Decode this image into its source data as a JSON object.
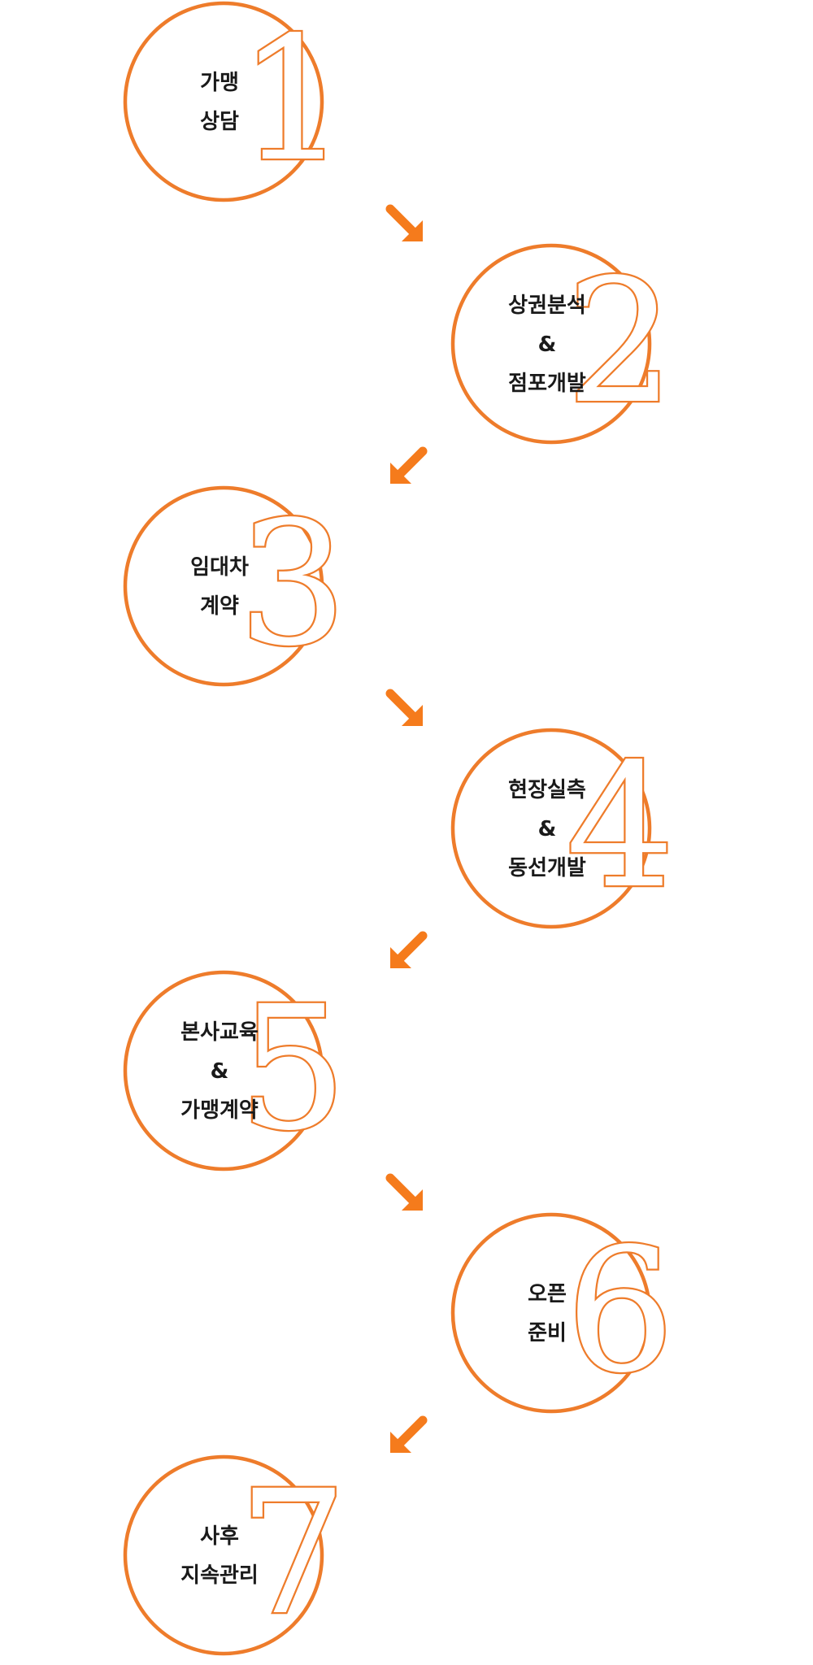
{
  "accent_color": "#ee7c2b",
  "arrow_color": "#f57b1c",
  "steps": [
    {
      "number": "1",
      "lines": [
        "가맹",
        "상담"
      ],
      "side": "left"
    },
    {
      "number": "2",
      "lines": [
        "상권분석",
        "&",
        "점포개발"
      ],
      "side": "right"
    },
    {
      "number": "3",
      "lines": [
        "임대차",
        "계약"
      ],
      "side": "left"
    },
    {
      "number": "4",
      "lines": [
        "현장실측",
        "&",
        "동선개발"
      ],
      "side": "right"
    },
    {
      "number": "5",
      "lines": [
        "본사교육",
        "&",
        "가맹계약"
      ],
      "side": "left"
    },
    {
      "number": "6",
      "lines": [
        "오픈",
        "준비"
      ],
      "side": "right"
    },
    {
      "number": "7",
      "lines": [
        "사후",
        "지속관리"
      ],
      "side": "left"
    }
  ],
  "arrows": [
    {
      "direction": "down-right",
      "icon": "arrow-down-right-icon"
    },
    {
      "direction": "down-left",
      "icon": "arrow-down-left-icon"
    },
    {
      "direction": "down-right",
      "icon": "arrow-down-right-icon"
    },
    {
      "direction": "down-left",
      "icon": "arrow-down-left-icon"
    },
    {
      "direction": "down-right",
      "icon": "arrow-down-right-icon"
    },
    {
      "direction": "down-left",
      "icon": "arrow-down-left-icon"
    }
  ]
}
